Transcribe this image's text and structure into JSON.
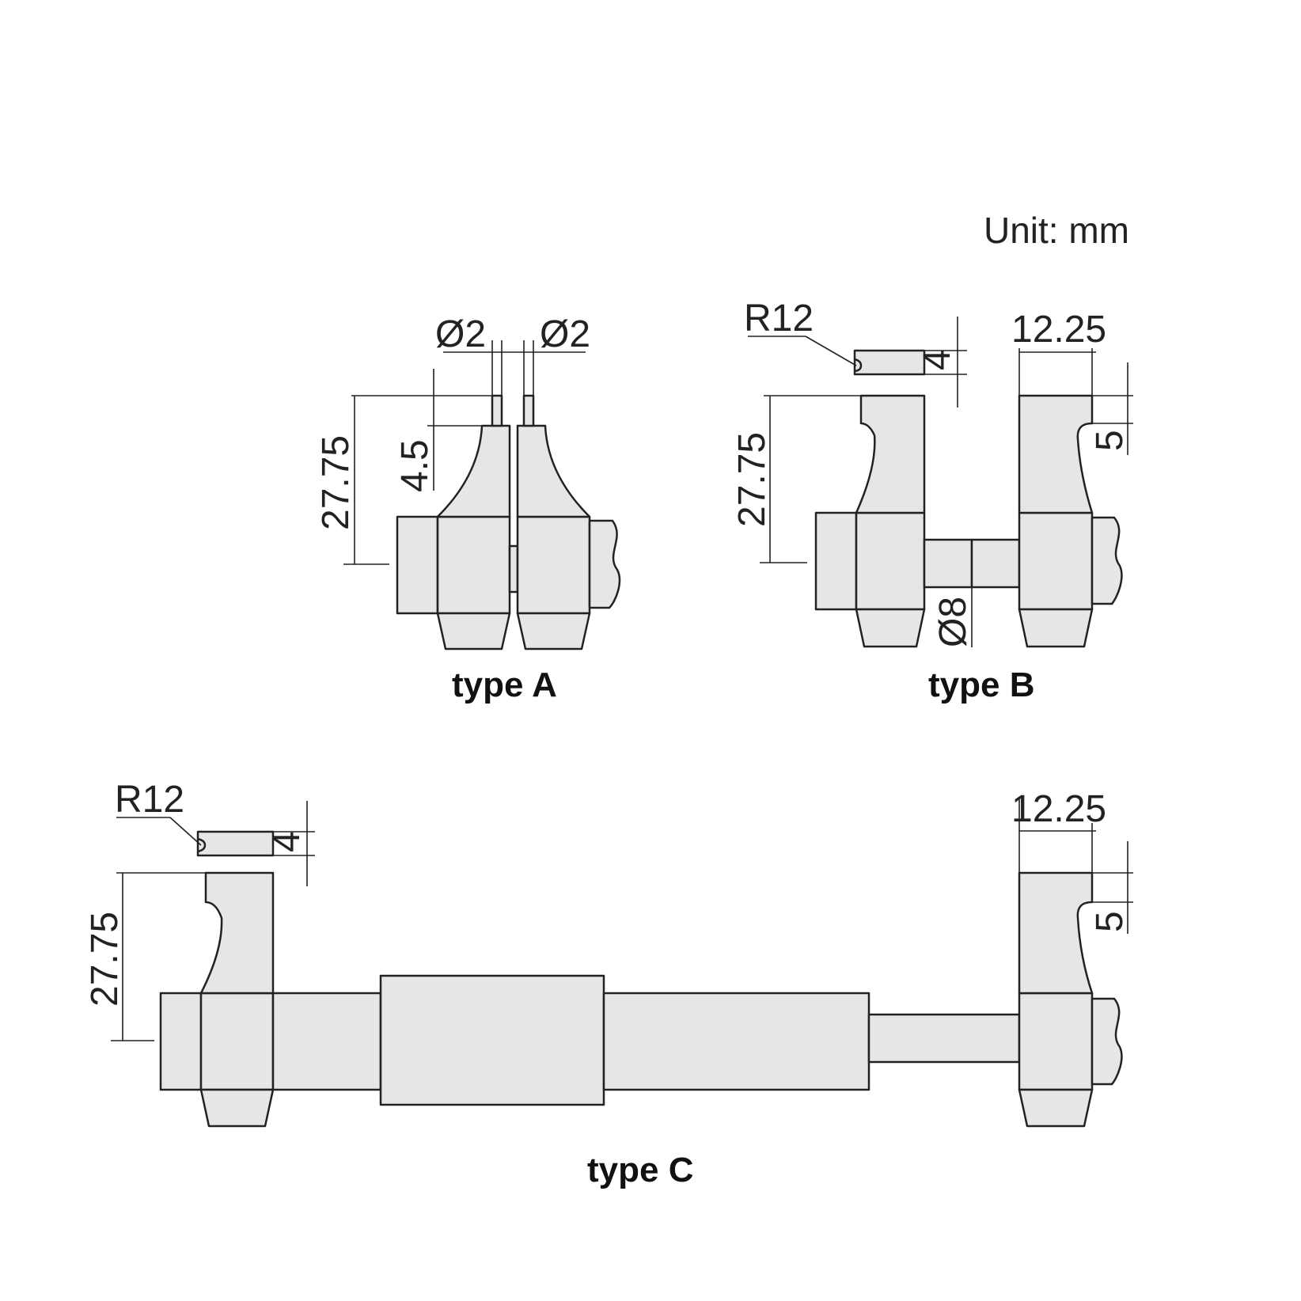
{
  "unit_label": "Unit: mm",
  "type_a": {
    "label": "type A",
    "dia_left": "Ø2",
    "dia_right": "Ø2",
    "height": "27.75",
    "tip_length": "4.5"
  },
  "type_b": {
    "label": "type B",
    "radius": "R12",
    "thickness": "4",
    "width": "12.25",
    "height": "27.75",
    "offset": "5",
    "rod_dia": "Ø8"
  },
  "type_c": {
    "label": "type C",
    "radius": "R12",
    "thickness": "4",
    "width": "12.25",
    "height": "27.75",
    "offset": "5"
  }
}
